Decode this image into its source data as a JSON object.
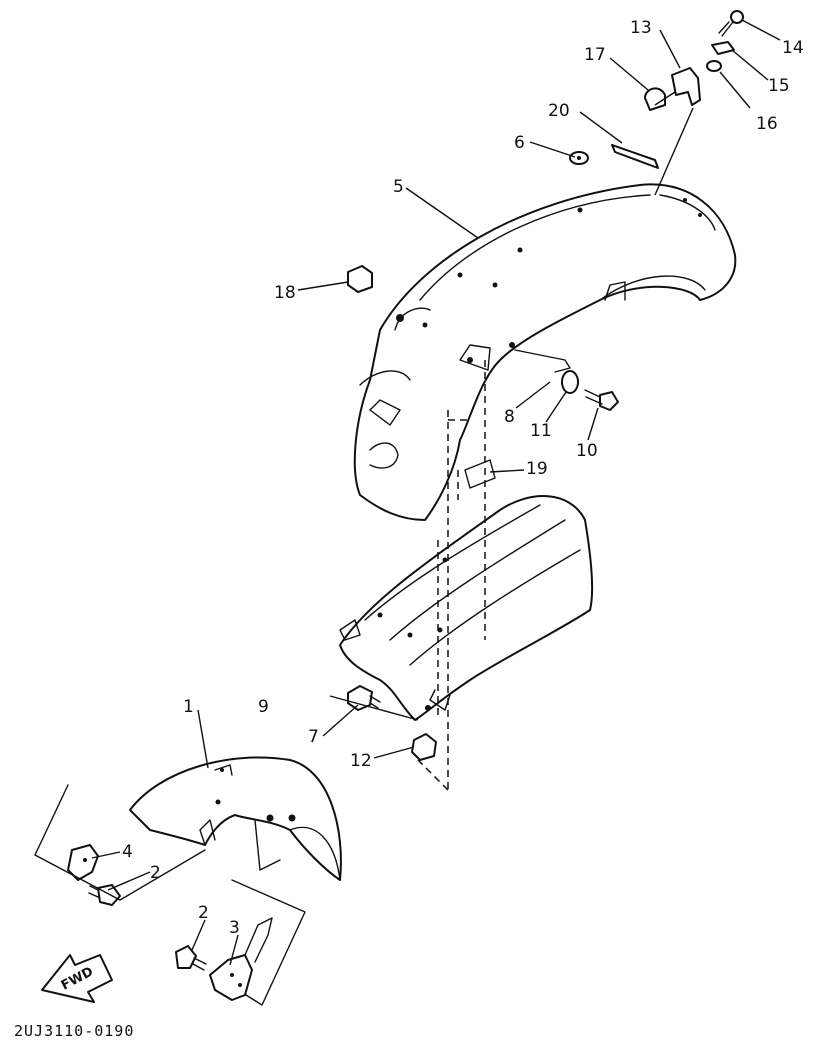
{
  "callouts": {
    "c1": "1",
    "c2a": "2",
    "c2b": "2",
    "c3": "3",
    "c4": "4",
    "c5": "5",
    "c6": "6",
    "c7": "7",
    "c8": "8",
    "c9": "9",
    "c10": "10",
    "c11": "11",
    "c12": "12",
    "c13": "13",
    "c14": "14",
    "c15": "15",
    "c16": "16",
    "c17": "17",
    "c18": "18",
    "c19": "19",
    "c20": "20"
  },
  "direction_label": "FWD",
  "drawing_code": "2UJ3110-0190"
}
